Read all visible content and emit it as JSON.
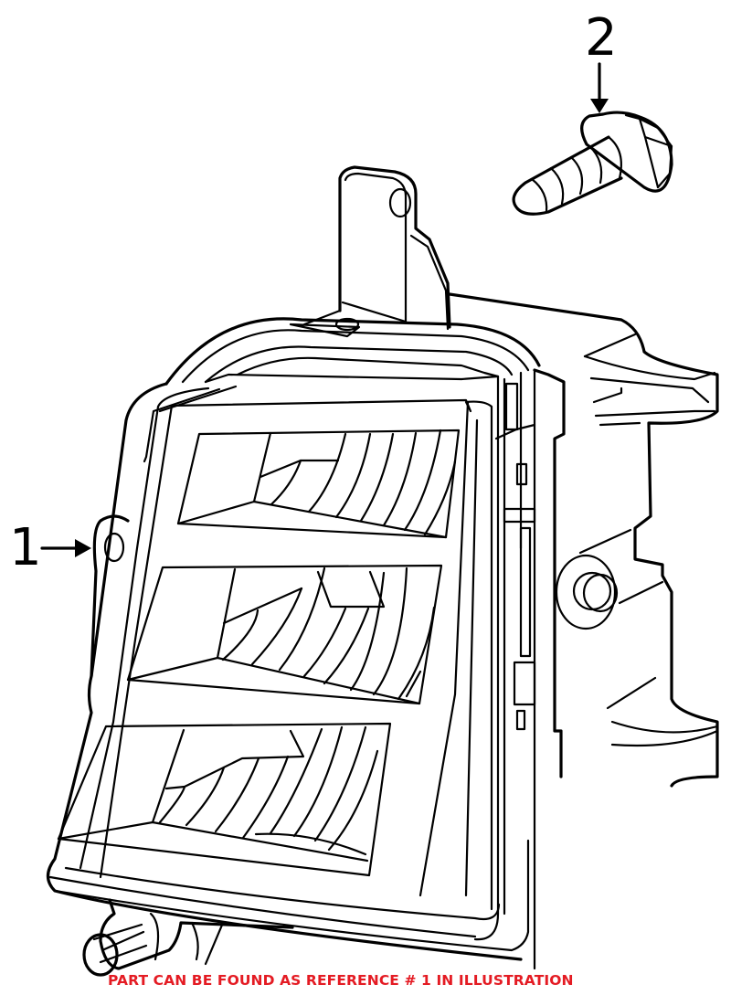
{
  "diagram": {
    "subject": "Fog lamp assembly parts illustration",
    "callouts": [
      {
        "number": "1",
        "part": "fog-lamp-assembly",
        "arrow_direction": "right"
      },
      {
        "number": "2",
        "part": "mounting-bolt",
        "arrow_direction": "down"
      }
    ]
  },
  "footer": {
    "note": "PART CAN BE FOUND AS REFERENCE # 1 IN ILLUSTRATION",
    "color": "#e41b23"
  },
  "colors": {
    "line": "#000000",
    "background": "#ffffff"
  }
}
